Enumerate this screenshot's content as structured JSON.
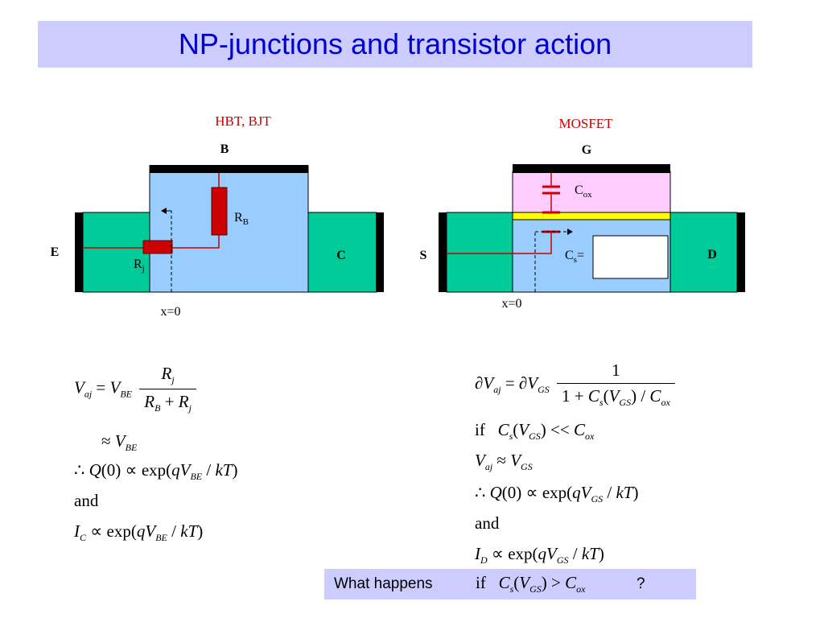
{
  "title": "NP-junctions and transistor action",
  "colors": {
    "title_bg": "#ccccff",
    "title_text": "#0000cc",
    "region_blue": "#99ccff",
    "region_green": "#00cc99",
    "oxide_pink": "#ffccff",
    "gate_yellow": "#ffff00",
    "red": "#cc0000",
    "black": "#000000"
  },
  "bjt": {
    "heading": "HBT, BJT",
    "base_label": "B",
    "emitter_label": "E",
    "collector_label": "C",
    "rb_label": "R",
    "rb_sub": "B",
    "rj_label": "R",
    "rj_sub": "j",
    "x0_label": "x=0"
  },
  "mosfet": {
    "heading": "MOSFET",
    "gate_label": "G",
    "source_label": "S",
    "drain_label": "D",
    "cox_label": "C",
    "cox_sub": "ox",
    "cs_label": "C",
    "cs_sub": "s",
    "cs_eq": "=",
    "x0_label": "x=0"
  },
  "bjt_equations": {
    "v": "V",
    "aj": "aj",
    "eq": "=",
    "be": "BE",
    "r": "R",
    "j": "j",
    "b": "B",
    "plus": "+",
    "approx": "≈",
    "therefore": "∴",
    "q0": "Q",
    "q0_arg": "(0)",
    "prop": "∝",
    "exp_open": "exp(",
    "q": "q",
    "slash_kt": " / ",
    "kt": "kT",
    "close": ")",
    "and": "and",
    "ic": "I",
    "c_sub": "C"
  },
  "mos_equations": {
    "partial": "∂",
    "v": "V",
    "aj": "aj",
    "gs": "GS",
    "eq": "=",
    "one": "1",
    "one_plus": "1 + ",
    "c": "C",
    "s": "s",
    "ox": "ox",
    "slash": " / ",
    "if": "if",
    "ll": "<<",
    "approx": "≈",
    "therefore": "∴",
    "q0": "Q",
    "q0_arg": "(0)",
    "prop": "∝",
    "exp_open": "exp(",
    "q": "q",
    "kt": "kT",
    "close": ")",
    "and": "and",
    "id": "I",
    "d_sub": "D"
  },
  "question": {
    "label": "What happens",
    "if": "if",
    "gt": ">",
    "mark": "?"
  }
}
